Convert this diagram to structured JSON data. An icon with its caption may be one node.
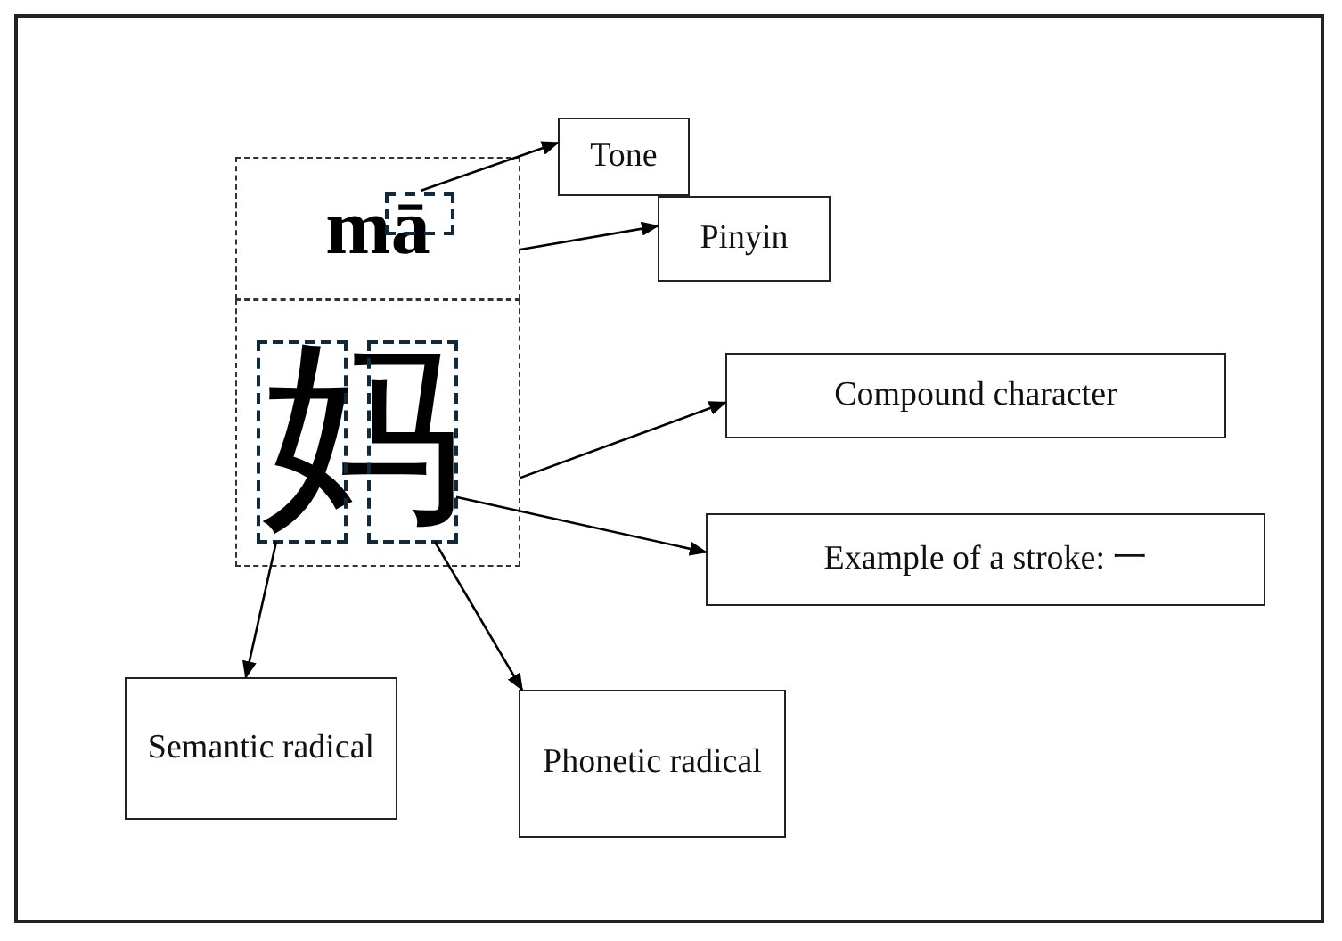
{
  "diagram": {
    "nodes": [
      {
        "text": [
          "mā"
        ]
      },
      {
        "text": [],
        "shape": "box",
        "in": 0
      },
      {
        "text": [
          "妈"
        ]
      },
      {
        "text": [],
        "shape": "box",
        "in": 2
      },
      {
        "text": [],
        "shape": "box",
        "in": 2
      },
      {
        "text": [
          "Tone"
        ]
      },
      {
        "text": [
          "Pinyin"
        ]
      },
      {
        "text": [
          "Compound character"
        ]
      },
      {
        "text": [
          "Example of a stroke: 一"
        ]
      },
      {
        "text": [
          "Semantic radical"
        ]
      },
      {
        "text": [
          "Phonetic radical"
        ]
      }
    ],
    "edges": [
      {
        "from": 1,
        "to": 5,
        "arrow": "to"
      },
      {
        "from": 0,
        "to": 6,
        "arrow": "to"
      },
      {
        "from": 2,
        "to": 7,
        "arrow": "to"
      },
      {
        "from": 4,
        "to": 8,
        "arrow": "to"
      },
      {
        "from": 3,
        "to": 9,
        "arrow": "to"
      },
      {
        "from": 4,
        "to": 10,
        "arrow": "to"
      }
    ]
  }
}
